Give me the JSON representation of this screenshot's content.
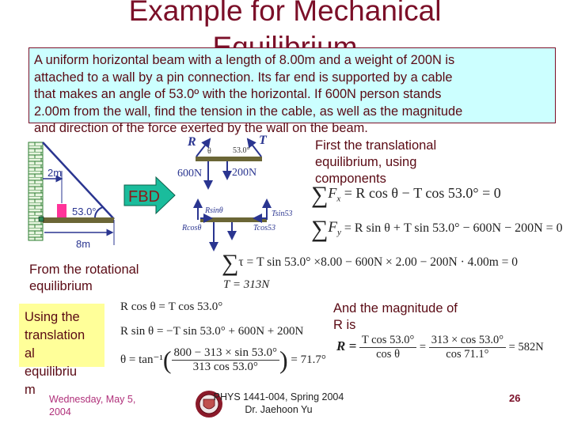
{
  "slide": {
    "title_line1": "Example for Mechanical",
    "title_line2": "Equilibrium",
    "problem_lines": [
      "A uniform horizontal beam with a length of 8.00m and a weight of 200N is",
      "attached to a wall by a pin connection.  Its far end is supported by a cable",
      "that makes an angle of 53.0º with the horizontal.  If 600N person stands",
      "2.00m from the wall, find the tension in the cable, as well as the magnitude",
      "and direction of the force exerted by the wall on the beam."
    ],
    "diagram": {
      "length_2m": "2m",
      "angle": "53.0°",
      "length_8m": "8m",
      "fbd_label": "FBD"
    },
    "fbd": {
      "R": "R",
      "T": "T",
      "theta": "θ",
      "angle": "53.0°",
      "person_force": "600N",
      "beam_weight": "200N",
      "Rsin": "Rsinθ",
      "Rcos": "Rcosθ",
      "Tsin": "Tsin53",
      "Tcos": "Tcos53"
    },
    "translational_intro": [
      "First the translational",
      "equilibrium, using",
      "components"
    ],
    "eq_fx": "F",
    "eq_fx_sub": "x",
    "eq_fx_rhs": "= R cos θ − T cos 53.0° = 0",
    "eq_fy": "F",
    "eq_fy_sub": "y",
    "eq_fy_rhs": "= R sin θ + T sin 53.0° − 600N − 200N = 0",
    "rotational_intro": [
      "From the rotational",
      "equilibrium"
    ],
    "eq_torque": "τ = T sin 53.0° ×8.00 − 600N × 2.00 − 200N · 4.00m = 0",
    "eq_T": "T = 313N",
    "using_label": [
      "Using the",
      "translation",
      "al",
      "equilibriu",
      "m"
    ],
    "eq_rcos": "R cos θ = T cos 53.0°",
    "eq_rsin": "R sin θ  = −T sin 53.0° + 600N + 200N",
    "eq_theta_lhs": "θ = tan⁻¹",
    "eq_theta_num": "800 − 313 × sin 53.0°",
    "eq_theta_den": "313 cos 53.0°",
    "eq_theta_rhs": "= 71.7°",
    "magnitude_intro": [
      "And the magnitude of",
      "R is"
    ],
    "eq_R_lhs": "R =",
    "eq_R_num1": "T cos 53.0°",
    "eq_R_den1": "cos θ",
    "eq_R_num2": "313 × cos 53.0°",
    "eq_R_den2": "cos 71.1°",
    "eq_R_rhs": "= 582N"
  },
  "footer": {
    "date_line1": "Wednesday, May 5,",
    "date_line2": "2004",
    "course_line1": "PHYS 1441-004, Spring 2004",
    "course_line2": "Dr. Jaehoon Yu",
    "page_number": "26"
  },
  "colors": {
    "title": "#7b0f28",
    "problem_bg": "#ccffff",
    "highlight_bg": "#ffff99",
    "arrow_blue": "#2a3590",
    "beam": "#6b6636",
    "wall": "#2e7d32",
    "fbd_arrow": "#1abc9c",
    "person": "#ff3399"
  }
}
